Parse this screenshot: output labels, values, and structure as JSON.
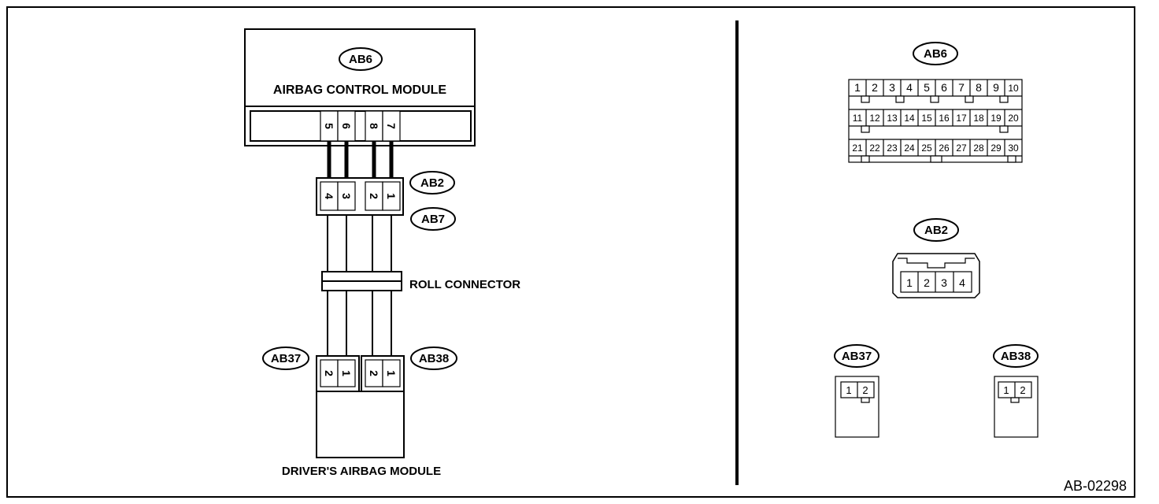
{
  "diagram_id": "AB-02298",
  "connectors": {
    "ab6": "AB6",
    "ab2": "AB2",
    "ab7": "AB7",
    "ab37": "AB37",
    "ab38": "AB38"
  },
  "components": {
    "control_module": "AIRBAG CONTROL MODULE",
    "roll_connector": "ROLL CONNECTOR",
    "driver_airbag": "DRIVER'S AIRBAG MODULE"
  },
  "pins": {
    "acm": [
      "5",
      "6",
      "8",
      "7"
    ],
    "ab2_wire": [
      "4",
      "3",
      "2",
      "1"
    ],
    "airbag_left": [
      "2",
      "1"
    ],
    "airbag_right": [
      "2",
      "1"
    ],
    "ab6_row1": [
      "1",
      "2",
      "3",
      "4",
      "5",
      "6",
      "7",
      "8",
      "9",
      "10"
    ],
    "ab6_row2": [
      "11",
      "12",
      "13",
      "14",
      "15",
      "16",
      "17",
      "18",
      "19",
      "20"
    ],
    "ab6_row3": [
      "21",
      "22",
      "23",
      "24",
      "25",
      "26",
      "27",
      "28",
      "29",
      "30"
    ],
    "ab2_face": [
      "1",
      "2",
      "3",
      "4"
    ],
    "ab37_face": [
      "1",
      "2"
    ],
    "ab38_face": [
      "1",
      "2"
    ]
  }
}
